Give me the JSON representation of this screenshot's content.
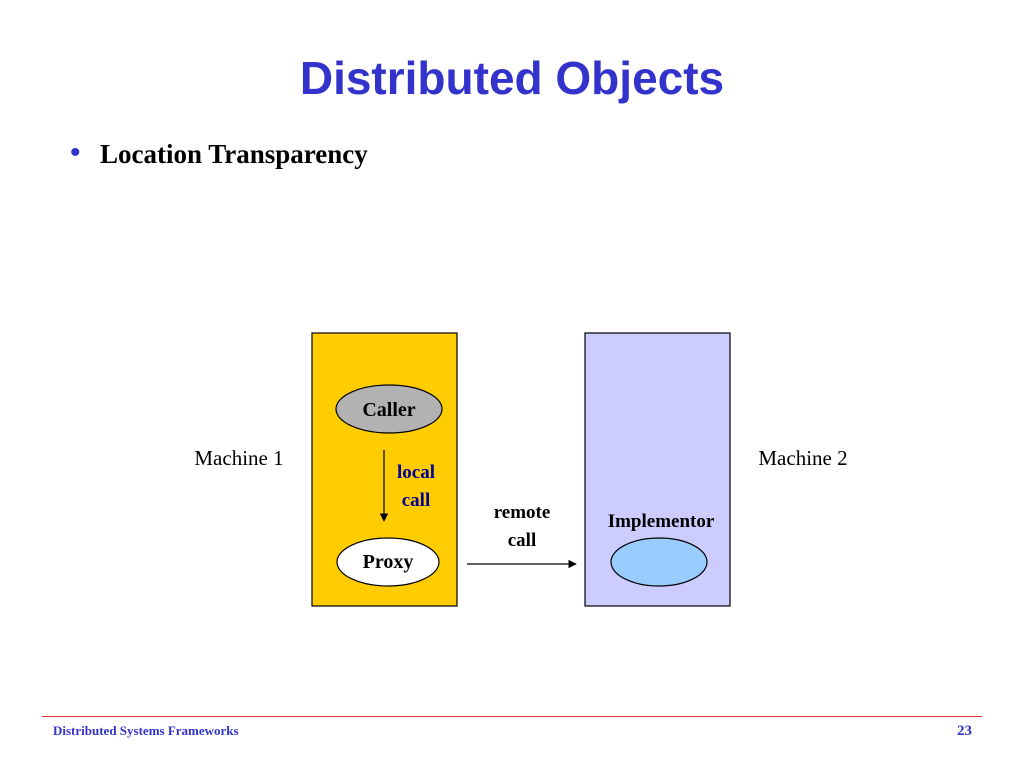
{
  "slide": {
    "title": "Distributed Objects",
    "bullet": "Location Transparency"
  },
  "diagram": {
    "machine1_label": "Machine 1",
    "machine2_label": "Machine 2",
    "caller_label": "Caller",
    "proxy_label": "Proxy",
    "implementor_label": "Implementor",
    "local_call_line1": "local",
    "local_call_line2": "call",
    "remote_call_line1": "remote",
    "remote_call_line2": "call",
    "colors": {
      "machine1_fill": "#ffcc00",
      "machine2_fill": "#ccccff",
      "caller_fill": "#b2b2b2",
      "proxy_fill": "#ffffff",
      "implementor_fill": "#99ccff",
      "local_call_text": "#000099"
    }
  },
  "footer": {
    "left_text": "Distributed Systems Frameworks",
    "page_number": "23"
  }
}
